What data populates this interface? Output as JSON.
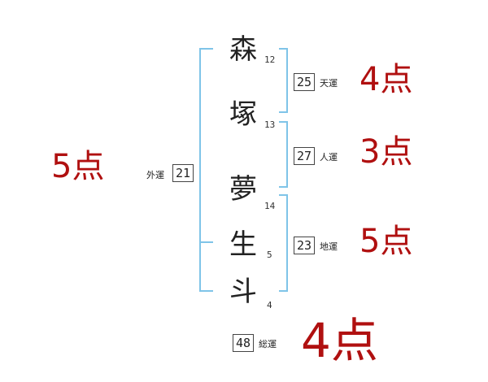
{
  "name": {
    "surname": [
      {
        "char": "森",
        "strokes": "12"
      },
      {
        "char": "塚",
        "strokes": "13"
      }
    ],
    "given": [
      {
        "char": "夢",
        "strokes": "14"
      },
      {
        "char": "生",
        "strokes": "5"
      },
      {
        "char": "斗",
        "strokes": "4"
      }
    ]
  },
  "fortunes": {
    "ten": {
      "label": "天運",
      "value": "25",
      "score": "4点"
    },
    "jin": {
      "label": "人運",
      "value": "27",
      "score": "3点"
    },
    "chi": {
      "label": "地運",
      "value": "23",
      "score": "5点"
    },
    "gai": {
      "label": "外運",
      "value": "21",
      "score": "5点"
    },
    "so": {
      "label": "総運",
      "value": "48",
      "score": "4点"
    }
  },
  "colors": {
    "bracket": "#7fc4e8",
    "score": "#b01010",
    "box_border": "#444444"
  }
}
